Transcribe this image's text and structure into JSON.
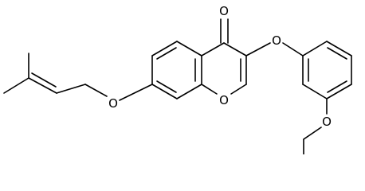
{
  "molecule": {
    "atoms": [
      {
        "id": "carbonyl-oxygen",
        "label": "O"
      },
      {
        "id": "ether-oxygen-phenoxy",
        "label": "O"
      },
      {
        "id": "ether-oxygen-prenyloxy",
        "label": "O"
      },
      {
        "id": "ring-oxygen-chromone",
        "label": "O"
      },
      {
        "id": "ether-oxygen-ethoxy",
        "label": "O"
      }
    ]
  }
}
